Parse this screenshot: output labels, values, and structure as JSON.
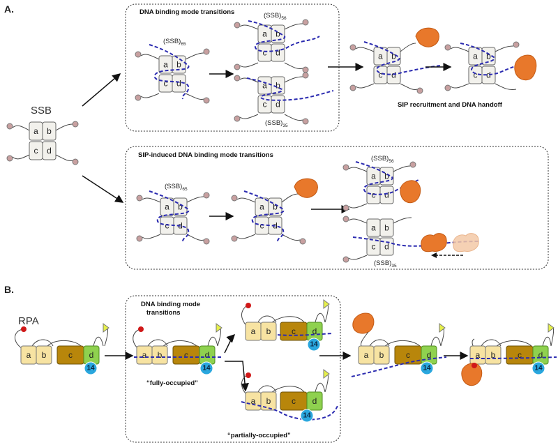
{
  "panel_a": {
    "label": "A.",
    "ssb_label": "SSB",
    "box1_title": "DNA binding mode transitions",
    "box2_title": "SIP-induced DNA binding mode transitions",
    "ssb65": "(SSB)",
    "ssb65_sub": "65",
    "ssb56": "(SSB)",
    "ssb56_sub": "56",
    "ssb35": "(SSB)",
    "ssb35_sub": "35",
    "handoff_caption": "SIP recruitment and DNA handoff",
    "subunits": [
      "a",
      "b",
      "c",
      "d"
    ]
  },
  "panel_b": {
    "label": "B.",
    "rpa_label": "RPA",
    "box_title_line1": "DNA binding mode",
    "box_title_line2": "transitions",
    "fully": "“fully-occupied”",
    "partially": "“partially-occupied”",
    "domain_14": "14",
    "domains": [
      "a",
      "b",
      "c",
      "d"
    ]
  },
  "colors": {
    "ssb_subunit": "#f2f1ec",
    "dna": "#2b2bb0",
    "sip": "#e8782b",
    "rpa_ab": "#f7e3a2",
    "rpa_c": "#b8860b",
    "rpa_d": "#8fd14f",
    "rpa_14": "#2aa7de",
    "red_dot": "#d01818",
    "flag": "#e6f04a"
  }
}
